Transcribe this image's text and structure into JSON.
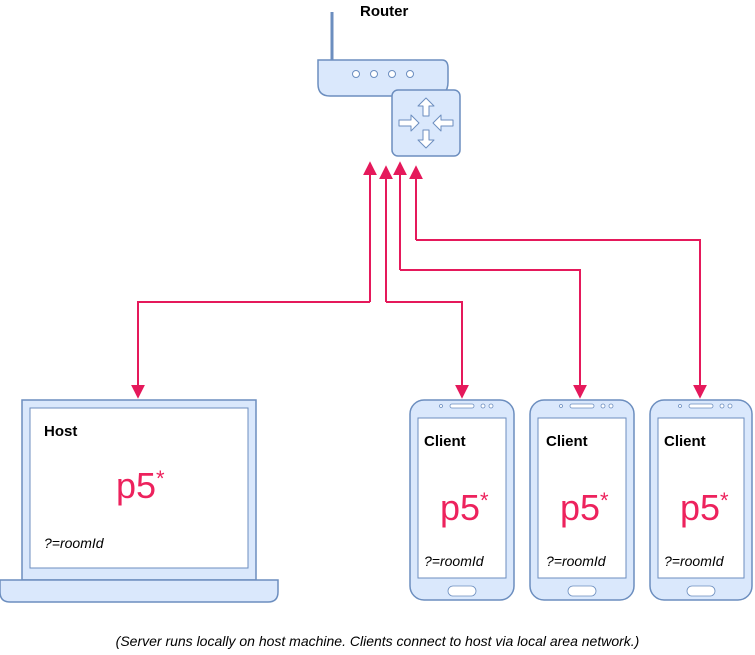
{
  "router": {
    "label": "Router"
  },
  "host": {
    "title": "Host",
    "logo": "p5",
    "logo_mark": "*",
    "query": "?=roomId"
  },
  "clients": [
    {
      "title": "Client",
      "logo": "p5",
      "logo_mark": "*",
      "query": "?=roomId"
    },
    {
      "title": "Client",
      "logo": "p5",
      "logo_mark": "*",
      "query": "?=roomId"
    },
    {
      "title": "Client",
      "logo": "p5",
      "logo_mark": "*",
      "query": "?=roomId"
    }
  ],
  "caption": "(Server runs locally on host machine. Clients connect to host via local area network.)",
  "colors": {
    "arrow": "#e5195b",
    "device_fill": "#dae8fc",
    "device_stroke": "#6c8ebf",
    "p5_brand": "#ed225d"
  }
}
